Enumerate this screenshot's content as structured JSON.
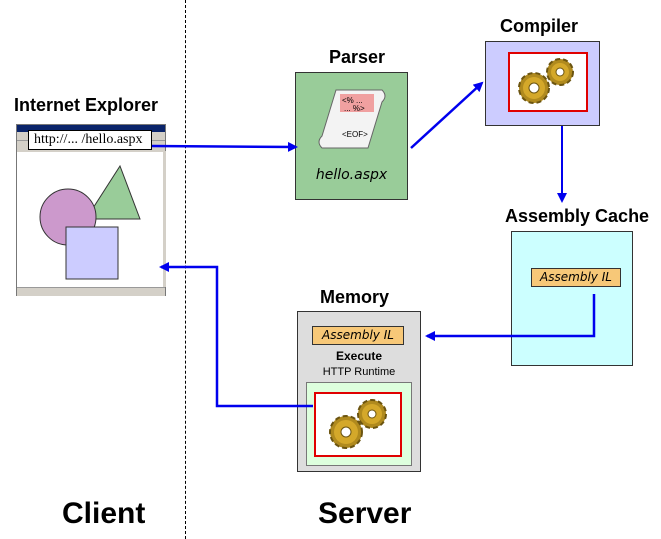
{
  "client_label": "Client",
  "server_label": "Server",
  "browser": {
    "title": "Internet Explorer",
    "url": "http://... /hello.aspx"
  },
  "parser": {
    "title": "Parser",
    "file_label": "hello.aspx",
    "scroll_line1": "<% ...",
    "scroll_line2": "... %>",
    "scroll_eof": "<EOF>"
  },
  "compiler": {
    "title": "Compiler"
  },
  "assembly_cache": {
    "title": "Assembly Cache",
    "item": "Assembly IL"
  },
  "memory": {
    "title": "Memory",
    "item": "Assembly IL",
    "execute": "Execute",
    "runtime": "HTTP Runtime"
  },
  "colors": {
    "arrow": "#0000ee",
    "parser_bg": "#99cc99",
    "compiler_bg": "#ccccff",
    "cache_bg": "#ccffff",
    "memory_bg": "#dddddd",
    "runtime_bg": "#ddffdd",
    "tag_bg": "#f7c878",
    "gear_frame": "#e00000"
  }
}
